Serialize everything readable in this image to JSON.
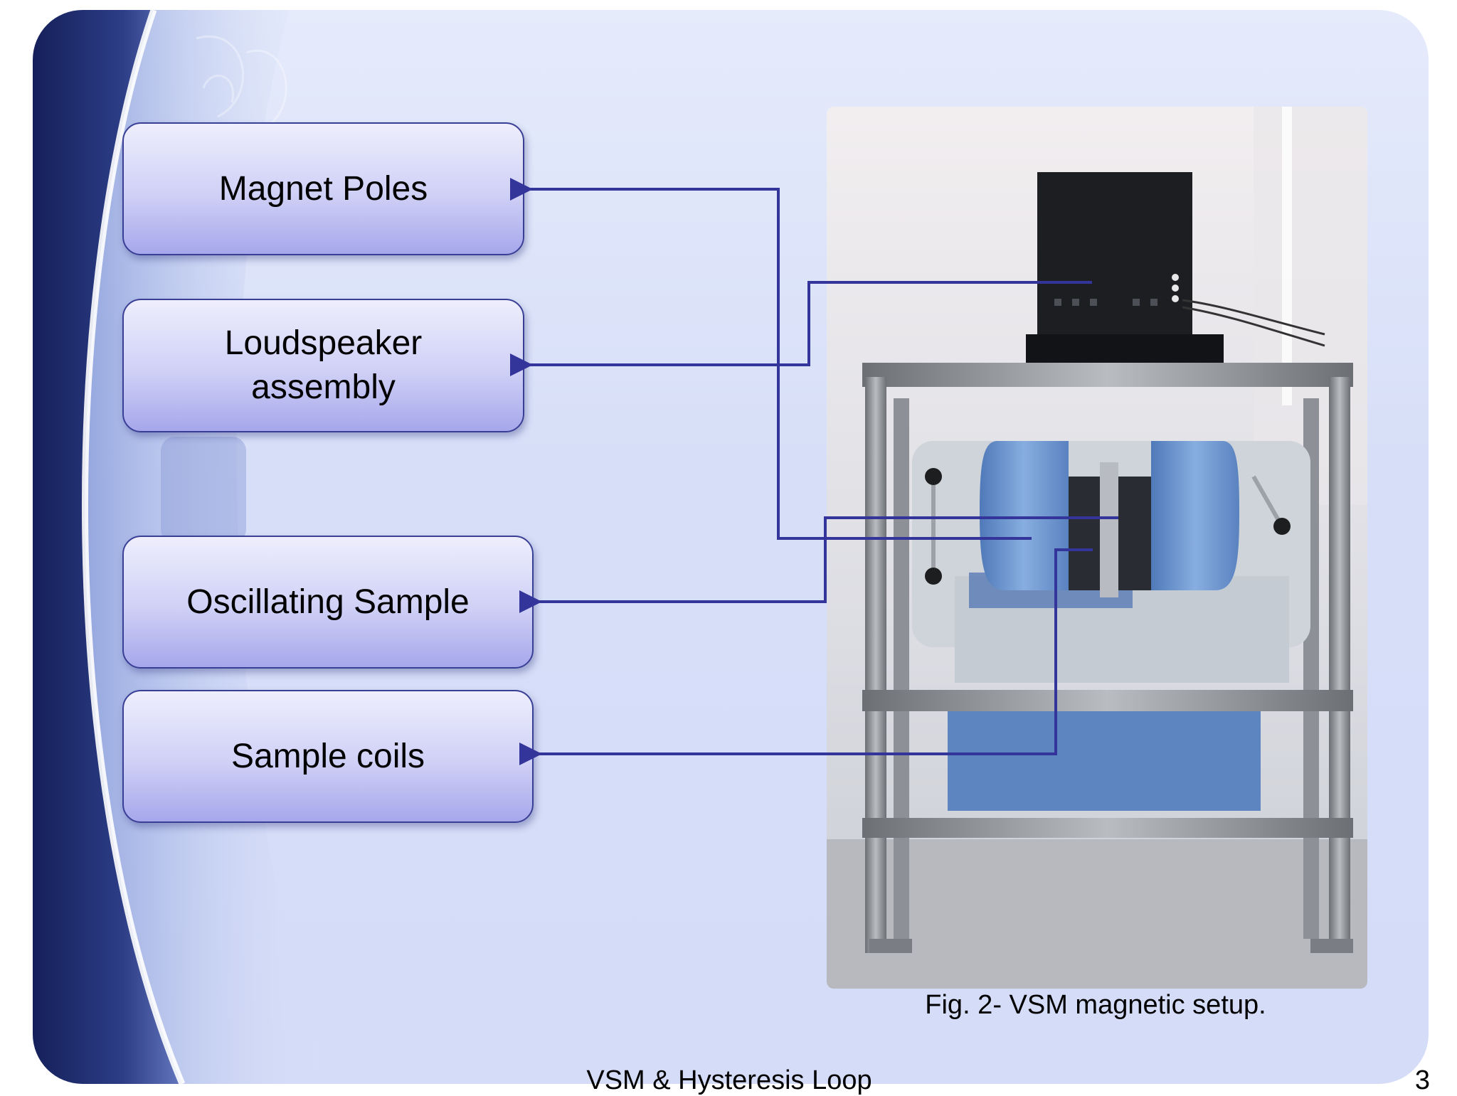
{
  "diagram": {
    "labels": {
      "magnet_poles": "Magnet Poles",
      "loudspeaker_line1": "Loudspeaker",
      "loudspeaker_line2": "assembly",
      "oscillating_sample": "Oscillating Sample",
      "sample_coils": "Sample coils"
    },
    "connector_color": "#33359a"
  },
  "figure": {
    "caption": "Fig. 2- VSM magnetic setup."
  },
  "footer": {
    "title": "VSM & Hysteresis Loop",
    "page_number": "3"
  }
}
